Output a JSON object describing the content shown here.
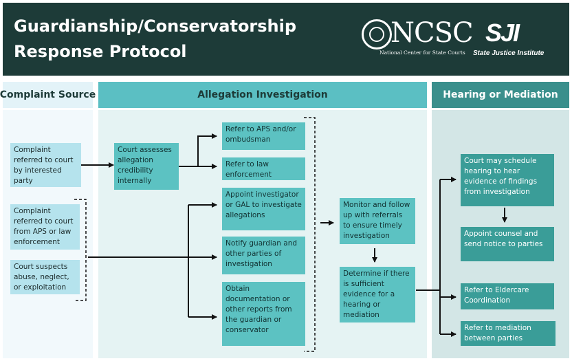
{
  "header": {
    "title_line1": "Guardianship/Conservatorship",
    "title_line2": "Response Protocol",
    "ncsc_logo_text": "NCSC",
    "ncsc_logo_subtitle": "National Center for State Courts",
    "sji_logo_text": "SJI",
    "sji_logo_subtitle": "State Justice Institute"
  },
  "columns": {
    "complaint_source": "Complaint Source",
    "allegation_investigation": "Allegation Investigation",
    "hearing_or_mediation": "Hearing or Mediation"
  },
  "boxes": {
    "complaint_interested": "Complaint referred to court by interested party",
    "complaint_aps": "Complaint referred to court from APS or law enforcement",
    "court_suspects": "Court suspects abuse, neglect, or exploitation",
    "court_assesses": "Court assesses allegation credibility internally",
    "refer_aps": "Refer to APS and/or ombudsman",
    "refer_law": "Refer to law enforcement",
    "appoint_investigator": "Appoint investigator or GAL to investigate allegations",
    "notify_guardian": "Notify guardian and other parties of investigation",
    "obtain_documentation": "Obtain documentation or other reports from the guardian or conservator",
    "monitor_follow_up": "Monitor and follow up with referrals to ensure timely investigation",
    "determine_evidence": "Determine if there is sufficient evidence for a hearing or mediation",
    "schedule_hearing": "Court may schedule hearing to hear evidence of findings from investigation",
    "appoint_counsel": "Appoint counsel and send notice to parties",
    "refer_eldercare": "Refer to Eldercare Coordination",
    "refer_mediation": "Refer to mediation between parties"
  },
  "colors": {
    "header_bg": "#1d3b38",
    "column_header_light": "#e3f3f8",
    "column_header_teal": "#5bbfc3",
    "column_header_dark": "#3a8f8c",
    "box_light": "#b5e3ed",
    "box_teal": "#5cc2c2",
    "box_dark": "#3a9d98"
  }
}
